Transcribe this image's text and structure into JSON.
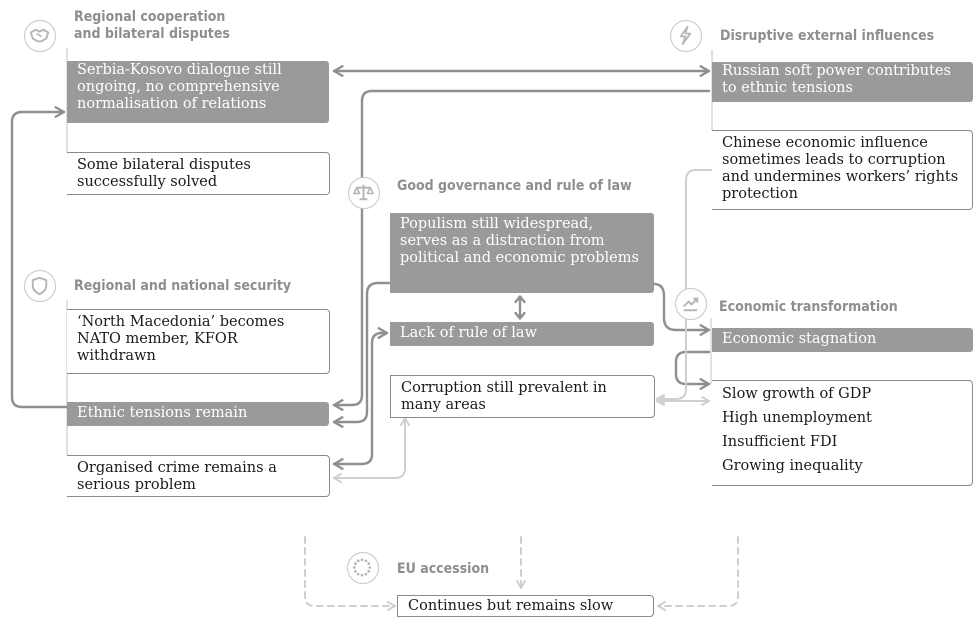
{
  "sections": {
    "regional": {
      "heading": "Regional cooperation and bilateral disputes",
      "heading_lines": [
        "Regional cooperation",
        "and bilateral disputes"
      ],
      "icon": "handshake-icon",
      "dark": "Serbia-Kosovo dialogue still ongoing, no comprehensive normalisation of relations",
      "light": "Some bilateral disputes successfully solved"
    },
    "external": {
      "heading": "Disruptive external influences",
      "icon": "lightning-icon",
      "dark": "Russian soft power contributes to ethnic tensions",
      "light": "Chinese economic influence sometimes leads to corruption and undermines workers’ rights protection"
    },
    "governance": {
      "heading": "Good governance and rule of law",
      "icon": "scales-icon",
      "dark": "Populism still widespread, serves as a distraction from political and economic problems",
      "dark2": "Lack of rule of law",
      "light": "Corruption still prevalent in many areas"
    },
    "security": {
      "heading": "Regional and national security",
      "icon": "shield-icon",
      "light": "‘North Macedonia’ becomes NATO member, KFOR withdrawn",
      "dark": "Ethnic tensions remain",
      "light2": "Organised crime remains a serious problem"
    },
    "economic": {
      "heading": "Economic transformation",
      "icon": "trending-up-icon",
      "dark": "Economic stagnation",
      "items": [
        "Slow growth of GDP",
        "High unemployment",
        "Insufficient FDI",
        "Growing inequality"
      ]
    },
    "eu": {
      "heading": "EU accession",
      "icon": "eu-stars-icon",
      "light": "Continues but remains slow"
    }
  },
  "colors": {
    "dark_box": "#9a9a9a",
    "arrow_dark": "#8f8f8f",
    "arrow_light": "#cfcfcf",
    "heading": "#8e8e8e"
  }
}
